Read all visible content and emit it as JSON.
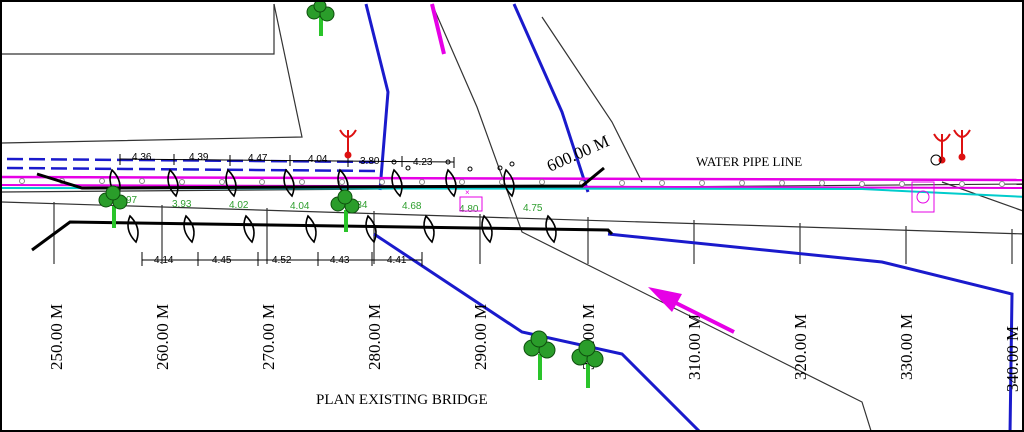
{
  "drawing": {
    "title": "PLAN EXISTING BRIDGE",
    "water_pipe_label": "WATER PIPE LINE",
    "chainage_marker": "600.00 M"
  },
  "chainages": [
    "250.00 M",
    "260.00 M",
    "270.00 M",
    "280.00 M",
    "290.00 M",
    "300.00 M",
    "310.00 M",
    "320.00 M",
    "330.00 M",
    "340.00 M"
  ],
  "upper_spans": [
    "4.36",
    "4.39",
    "4.47",
    "4.04",
    "3.80",
    "4.23"
  ],
  "lower_spans": [
    "4.14",
    "4.45",
    "4.52",
    "4.43",
    "4.41"
  ],
  "pier_levels": [
    "97",
    "3.93",
    "4.02",
    "4.04",
    "4.34",
    "4.68",
    "4.80",
    "4.75"
  ],
  "colors": {
    "water_pipe": "#e600e6",
    "cyan_line": "#00cccc",
    "river_boundary": "#1a1acc",
    "dims": "#000000",
    "levels": "#2e9e2e",
    "arrow": "#e600e6",
    "utility_symbol": "#dd1111",
    "tree": "#2a9d2a"
  },
  "icons": [
    "tree-icon",
    "electric-pole-icon",
    "flow-arrow-icon",
    "manhole-icon"
  ]
}
